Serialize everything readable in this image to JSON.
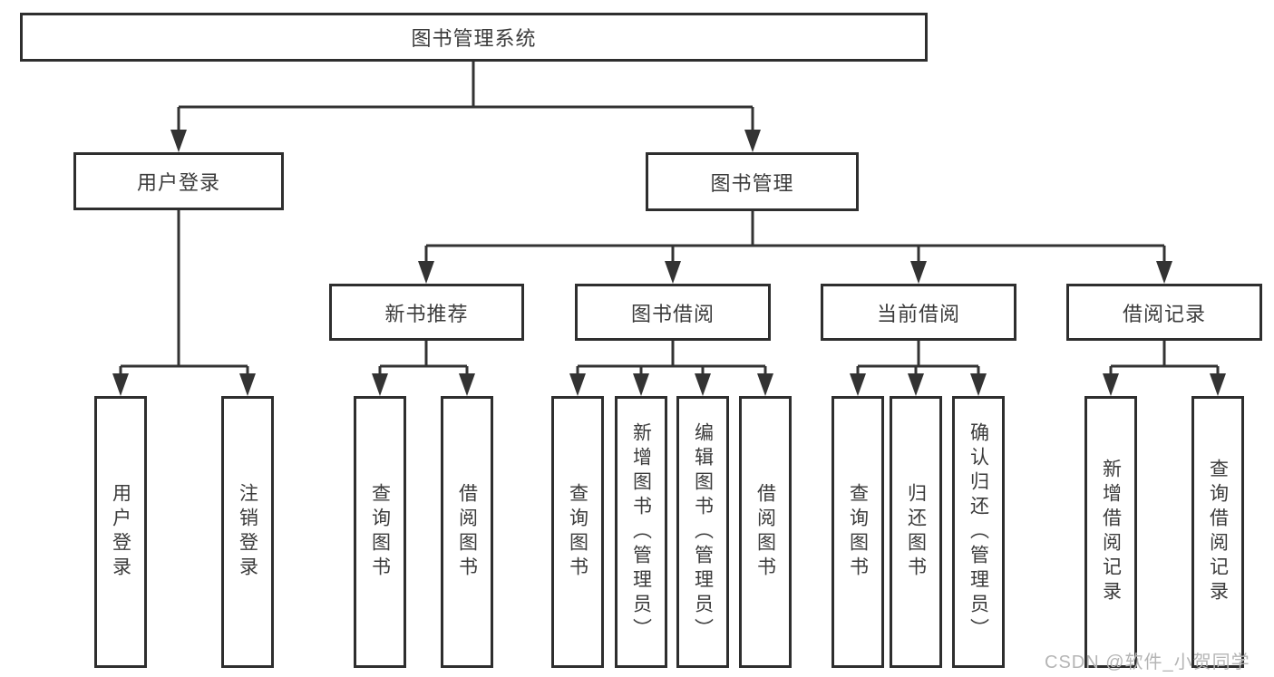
{
  "tree": {
    "root": {
      "label": "图书管理系统"
    },
    "user_login": {
      "label": "用户登录",
      "children": [
        "用户登录",
        "注销登录"
      ]
    },
    "book_mgmt": {
      "label": "图书管理",
      "sections": {
        "new_book_rec": {
          "label": "新书推荐",
          "children": [
            "查询图书",
            "借阅图书"
          ]
        },
        "book_borrow": {
          "label": "图书借阅",
          "children": [
            "查询图书",
            "新增图书（管理员）",
            "编辑图书（管理员）",
            "借阅图书"
          ]
        },
        "current_borrow": {
          "label": "当前借阅",
          "children": [
            "查询图书",
            "归还图书",
            "确认归还（管理员）"
          ]
        },
        "borrow_records": {
          "label": "借阅记录",
          "children": [
            "新增借阅记录",
            "查询借阅记录"
          ]
        }
      }
    }
  },
  "watermark": "CSDN @软件_小贺同学",
  "colors": {
    "line": "#333333",
    "box_border": "#2e2e2e",
    "text": "#3b3b3b",
    "watermark": "#b5b5b5",
    "background": "#ffffff"
  }
}
